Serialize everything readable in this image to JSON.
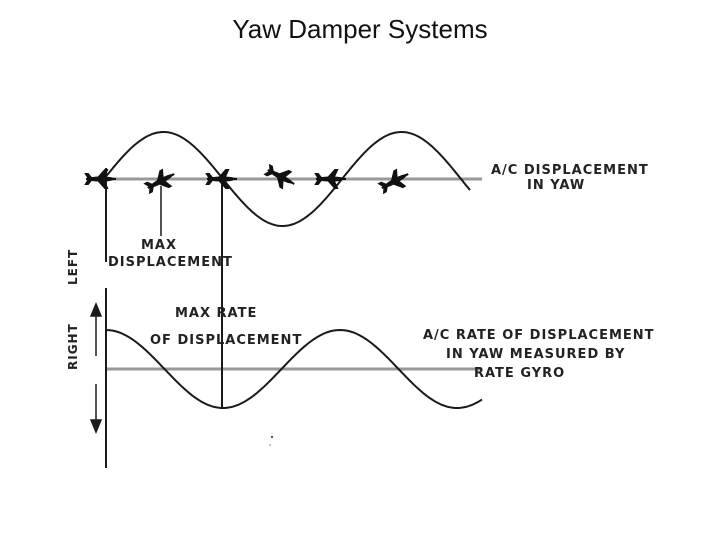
{
  "title": "Yaw Damper Systems",
  "diagram": {
    "top_curve_label_line1": "A/C DISPLACEMENT",
    "top_curve_label_line2": "IN YAW",
    "max_displacement_line1": "MAX",
    "max_displacement_line2": "DISPLACEMENT",
    "max_rate_line1": "MAX RATE",
    "max_rate_line2": "OF DISPLACEMENT",
    "bottom_curve_label_line1": "A/C RATE OF DISPLACEMENT",
    "bottom_curve_label_line2": "IN YAW MEASURED BY",
    "bottom_curve_label_line3": "RATE GYRO",
    "axis_left": "LEFT",
    "axis_right": "RIGHT",
    "icons": [
      "aircraft-icon"
    ],
    "colors": {
      "line": "#1a1a1a",
      "baseline": "#999999"
    }
  }
}
